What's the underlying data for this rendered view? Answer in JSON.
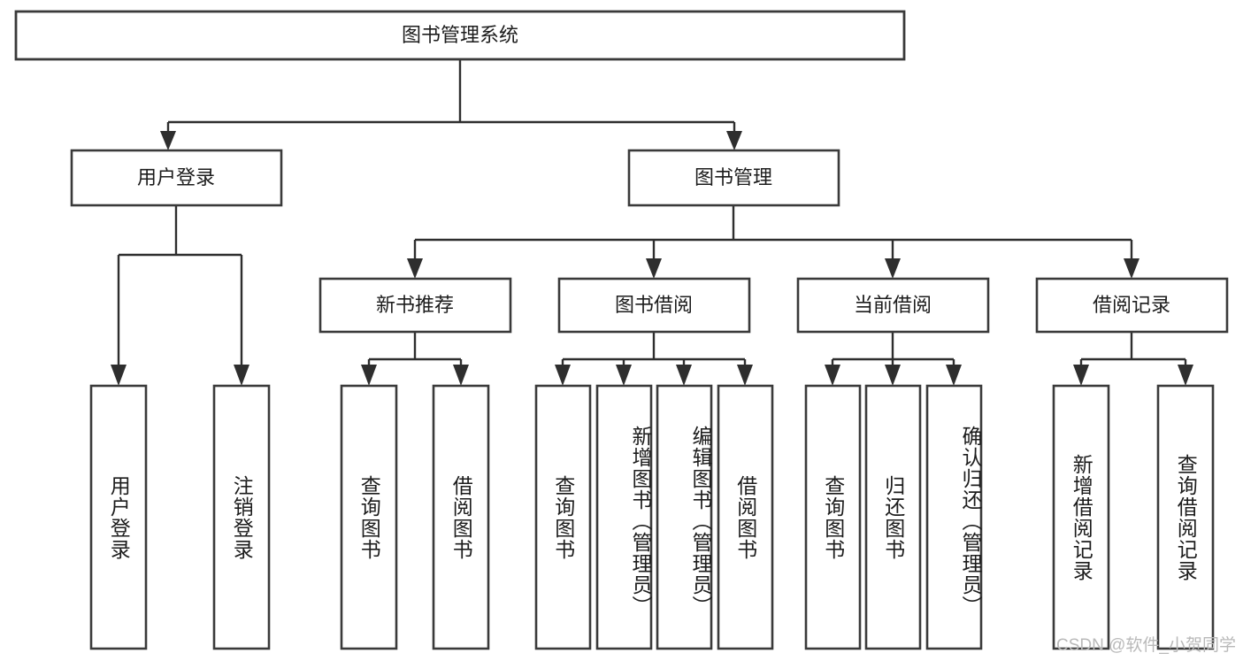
{
  "diagram": {
    "title": "图书管理系统",
    "type": "tree-hierarchy-diagram",
    "colors": {
      "box_stroke": "#3a3a3a",
      "box_fill": "#ffffff",
      "connector": "#2e2e2e",
      "text": "#1c1c1c",
      "watermark": "#b9b9b9",
      "background": "#ffffff"
    },
    "root": {
      "label": "图书管理系统"
    },
    "level2": [
      {
        "label": "用户登录"
      },
      {
        "label": "图书管理"
      }
    ],
    "level3": [
      {
        "label": "新书推荐"
      },
      {
        "label": "图书借阅"
      },
      {
        "label": "当前借阅"
      },
      {
        "label": "借阅记录"
      }
    ],
    "leaves": {
      "user_login": [
        {
          "label": "用户登录"
        },
        {
          "label": "注销登录"
        }
      ],
      "new_book_recommend": [
        {
          "label": "查询图书"
        },
        {
          "label": "借阅图书"
        }
      ],
      "book_borrow": [
        {
          "label": "查询图书"
        },
        {
          "label": "新增图书（管理员）"
        },
        {
          "label": "编辑图书（管理员）"
        },
        {
          "label": "借阅图书"
        }
      ],
      "current_borrow": [
        {
          "label": "查询图书"
        },
        {
          "label": "归还图书"
        },
        {
          "label": "确认归还（管理员）"
        }
      ],
      "borrow_record": [
        {
          "label": "新增借阅记录"
        },
        {
          "label": "查询借阅记录"
        }
      ]
    }
  },
  "watermark": {
    "text": "CSDN @软件_小贺同学"
  }
}
